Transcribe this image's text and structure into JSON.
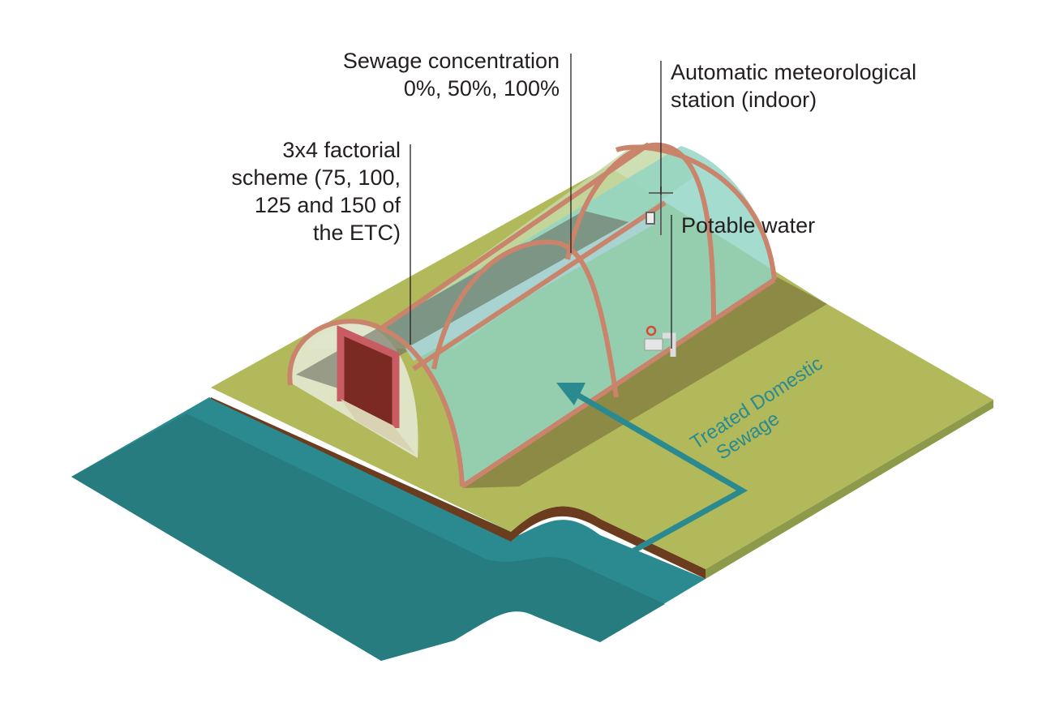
{
  "labels": {
    "sewage_concentration": [
      "Sewage concentration",
      "0%, 50%, 100%"
    ],
    "factorial_scheme": [
      "3x4 factorial",
      "scheme (75, 100,",
      "125 and 150 of",
      "the ETC)"
    ],
    "met_station": [
      "Automatic meteorological",
      "station (indoor)"
    ],
    "potable_water": "Potable water",
    "treated_sewage": [
      "Treated Domestic",
      "Sewage"
    ]
  },
  "colors": {
    "ground": "#b1b95a",
    "ground_shadow": "#8c8a45",
    "soil_edge": "#6b3c1e",
    "water": "#2b8a90",
    "water_dark": "#277c80",
    "frame": "#c9846b",
    "glass": "#8fd3c4",
    "pipe": "#2b8a90",
    "door": "#c95c63"
  }
}
